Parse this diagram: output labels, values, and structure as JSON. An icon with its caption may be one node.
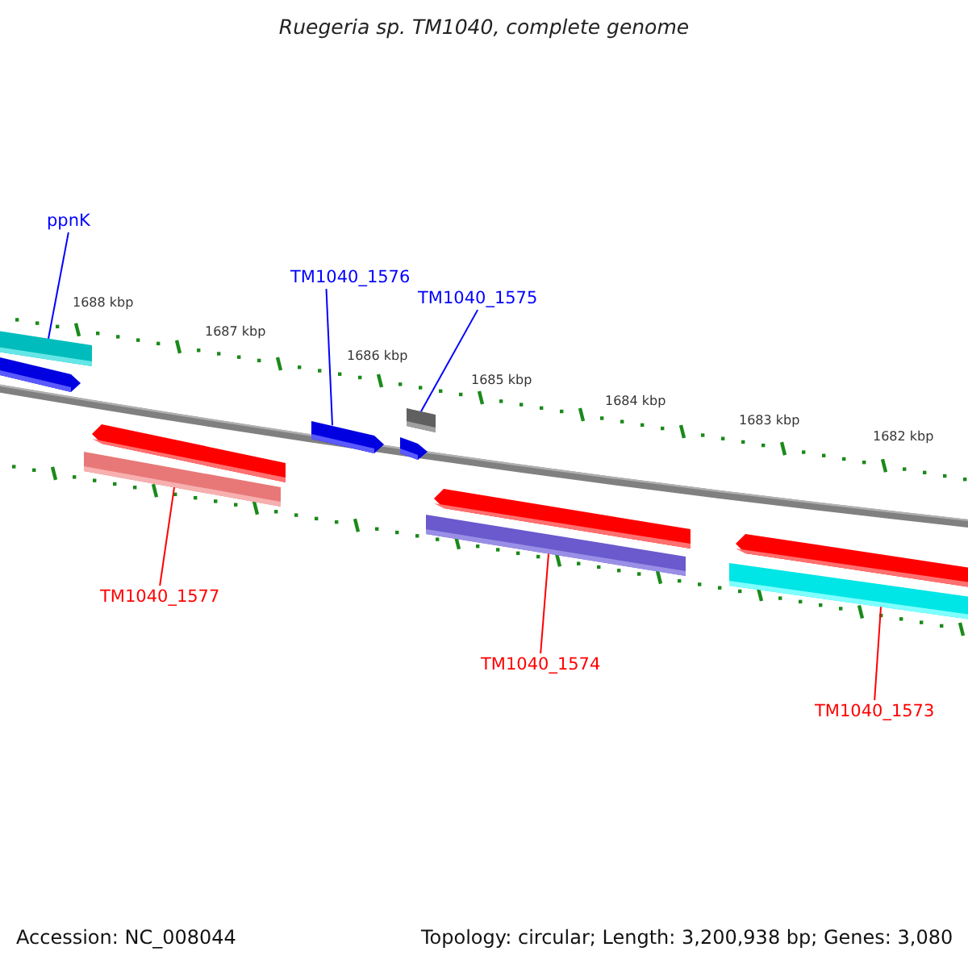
{
  "diagram": {
    "title": "Ruegeria sp. TM1040, complete genome",
    "nodes": [
      {
        "text": [
          "ppnK"
        ]
      },
      {
        "text": [
          "TM1040_1576"
        ]
      },
      {
        "text": [
          "TM1040_1575"
        ]
      },
      {
        "text": [],
        "shape": "bar"
      },
      {
        "text": [],
        "shape": "bar"
      },
      {
        "text": [],
        "shape": "bar"
      },
      {
        "text": [],
        "shape": "bar"
      },
      {
        "text": [],
        "shape": "bar"
      },
      {
        "text": [],
        "shape": "box"
      },
      {
        "text": [],
        "shape": "bar"
      },
      {
        "text": [],
        "shape": "bar"
      },
      {
        "text": [],
        "shape": "bar"
      },
      {
        "text": [],
        "shape": "bar"
      },
      {
        "text": [],
        "shape": "bar"
      },
      {
        "text": [
          "TM1040_1577"
        ]
      },
      {
        "text": [
          "TM1040_1574"
        ]
      },
      {
        "text": [
          "TM1040_1573"
        ]
      }
    ],
    "edges": [
      {
        "from": 0,
        "to": 3,
        "arrow": "none",
        "color": "#0000ff"
      },
      {
        "from": 1,
        "to": 7,
        "arrow": "none",
        "color": "#0000ff"
      },
      {
        "from": 2,
        "to": 8,
        "arrow": "none",
        "color": "#0000ff"
      },
      {
        "from": 14,
        "to": 6,
        "arrow": "none",
        "color": "#ff0000"
      },
      {
        "from": 15,
        "to": 11,
        "arrow": "none",
        "color": "#ff0000"
      },
      {
        "from": 16,
        "to": 13,
        "arrow": "none",
        "color": "#ff0000"
      }
    ],
    "labels": [
      "1688 kbp",
      "1687 kbp",
      "1686 kbp",
      "1685 kbp",
      "1684 kbp",
      "1683 kbp",
      "1682 kbp",
      "Accession: NC_008044",
      "Topology: circular; Length: 3,200,938 bp; Genes: 3,080"
    ]
  }
}
